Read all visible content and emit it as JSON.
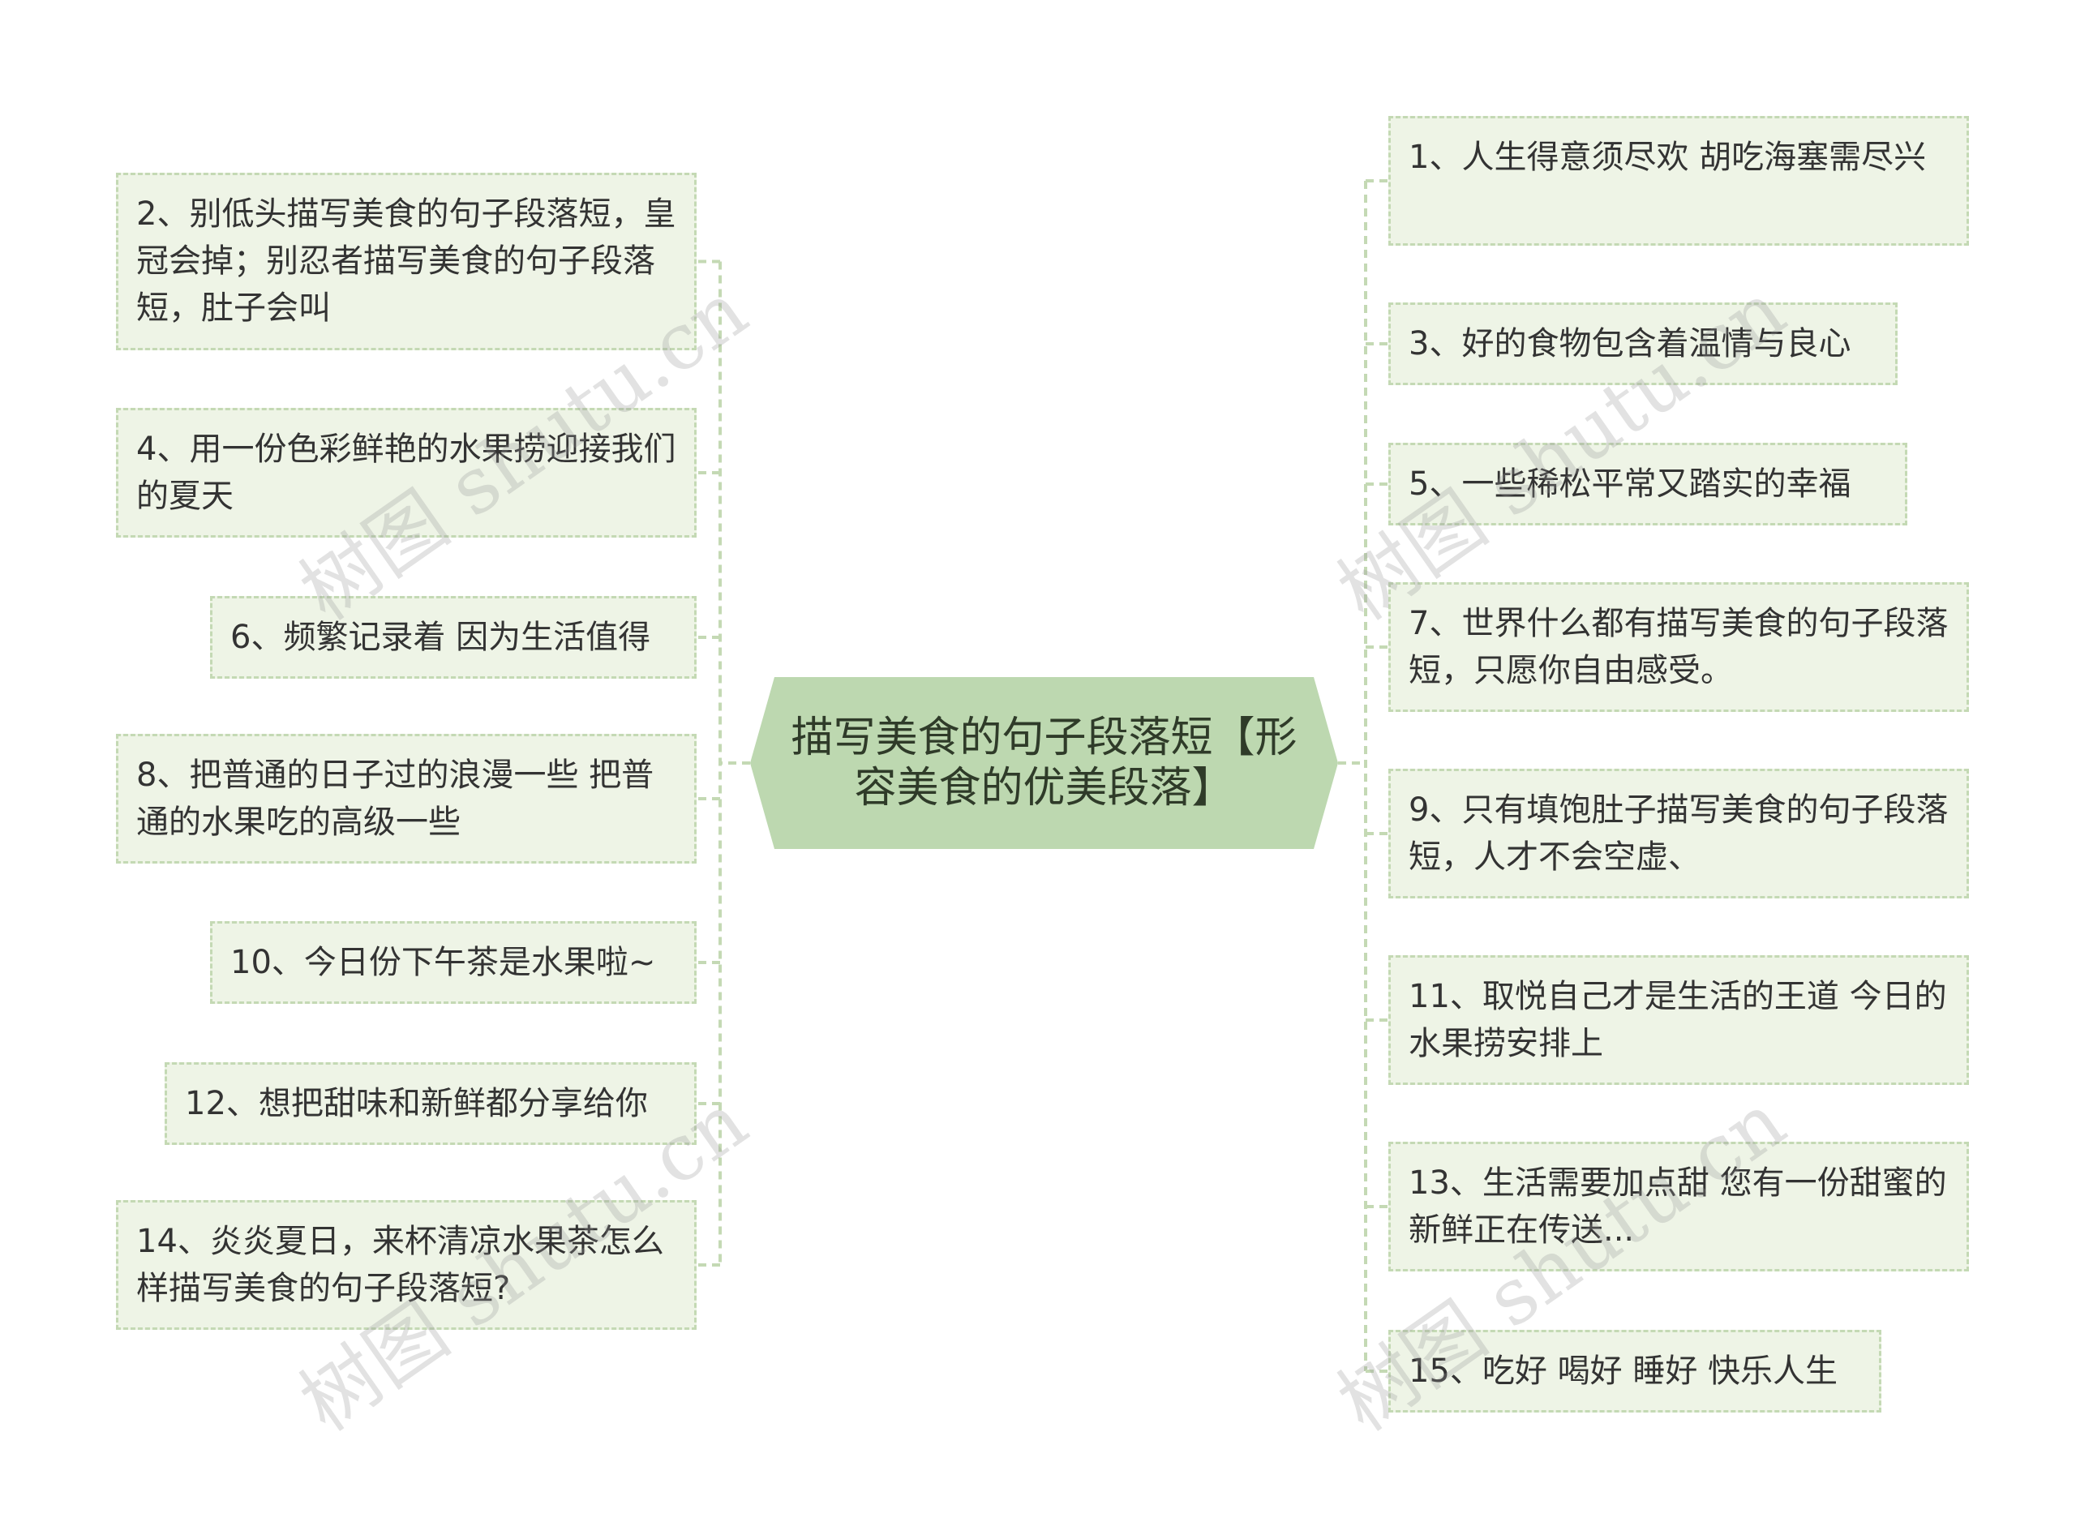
{
  "center": {
    "label": "描写美食的句子段落短【形容美食的优美段落】"
  },
  "left_items": [
    "2、别低头描写美食的句子段落短，皇冠会掉；别忍者描写美食的句子段落短，肚子会叫",
    "4、用一份色彩鲜艳的水果捞迎接我们的夏天",
    "6、频繁记录着 因为生活值得",
    "8、把普通的日子过的浪漫一些 把普通的水果吃的高级一些",
    "10、今日份下午茶是水果啦~",
    "12、想把甜味和新鲜都分享给你",
    "14、炎炎夏日，来杯清凉水果茶怎么样描写美食的句子段落短?"
  ],
  "right_items": [
    "1、人生得意须尽欢 胡吃海塞需尽兴",
    "3、好的食物包含着温情与良心",
    "5、一些稀松平常又踏实的幸福",
    "7、世界什么都有描写美食的句子段落短，只愿你自由感受。",
    "9、只有填饱肚子描写美食的句子段落短，人才不会空虚、",
    "11、取悦自己才是生活的王道 今日的水果捞安排上",
    "13、生活需要加点甜 您有一份甜蜜的新鲜正在传送...",
    "15、吃好 喝好 睡好 快乐人生"
  ],
  "watermark": "树图 shutu.cn",
  "colors": {
    "center_fill": "#bdd8b0",
    "node_fill": "#eef4e6",
    "node_border": "#c4d9b4",
    "connector": "#c4d9b4"
  }
}
